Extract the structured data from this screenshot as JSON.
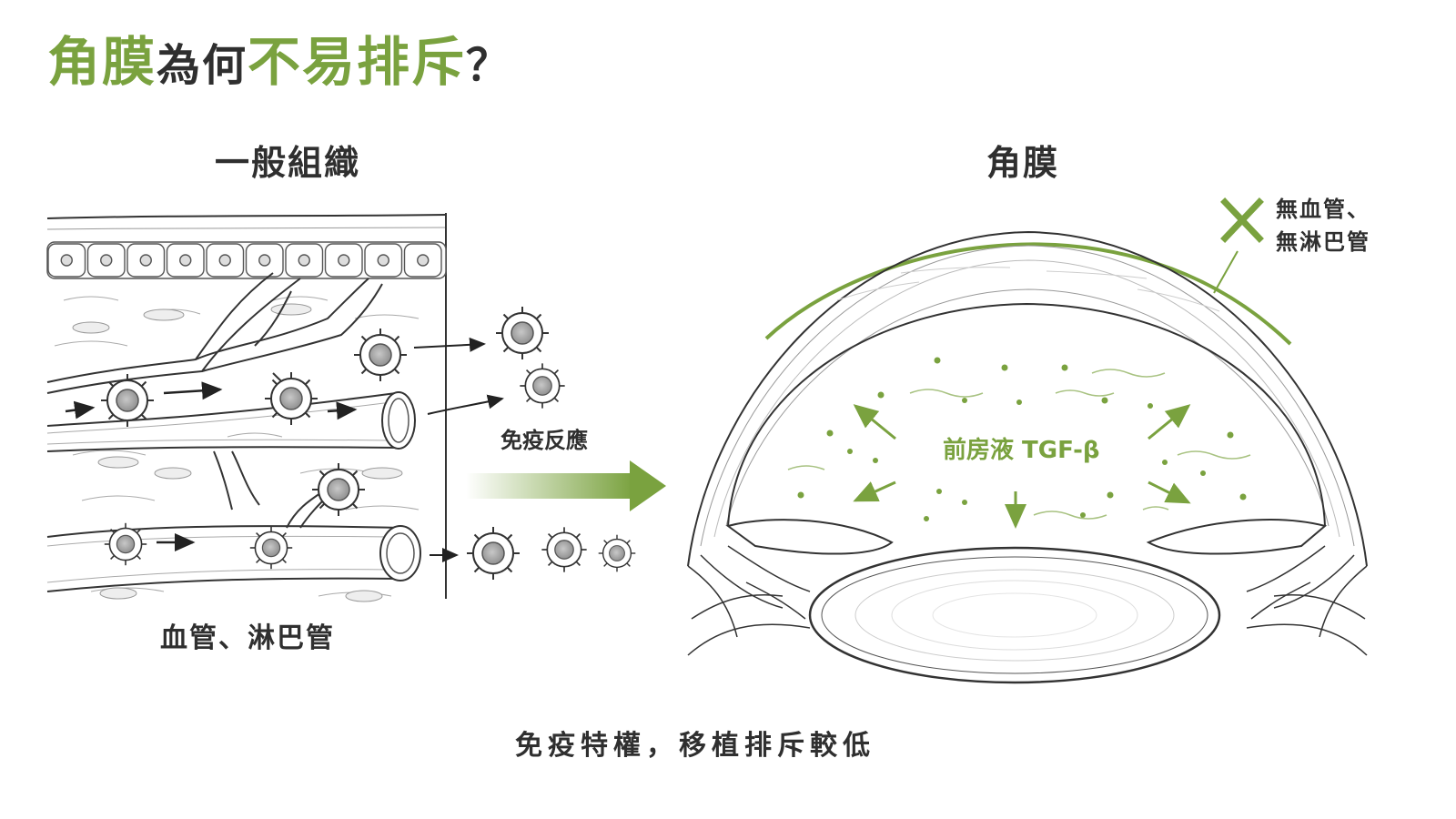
{
  "title": {
    "part1": "角膜",
    "part2": "為何",
    "part3": "不易排斥",
    "part4": "？"
  },
  "left_panel": {
    "heading": "一般組織",
    "caption": "血管、淋巴管",
    "immune_label": "免疫反應"
  },
  "right_panel": {
    "heading": "角膜",
    "no_vessels_line1": "無血管、",
    "no_vessels_line2": "無淋巴管",
    "aqueous_label": "前房液 TGF-β"
  },
  "footer": "免疫特權，移植排斥較低",
  "colors": {
    "accent_green": "#7aa23f",
    "ink": "#2f2f2f"
  },
  "icons": {
    "x_mark": "cross-icon",
    "transition_arrow": "arrow-right-icon"
  }
}
